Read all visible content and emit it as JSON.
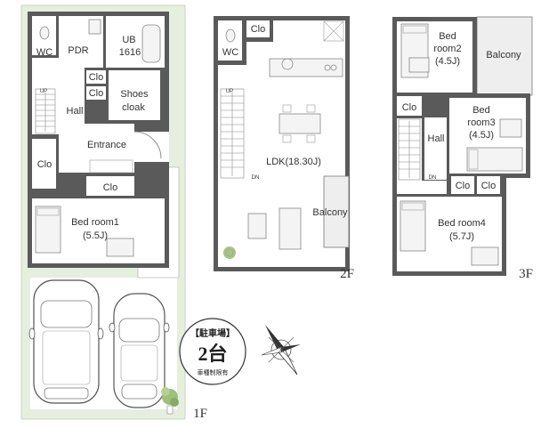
{
  "floor1": {
    "label": "1F",
    "rooms": {
      "wc": "WC",
      "pdr": "PDR",
      "ub": "UB",
      "ub_size": "1616",
      "clo_a": "Clo",
      "clo_b": "Clo",
      "shoes": "Shoes",
      "cloak": "cloak",
      "hall": "Hall",
      "entrance": "Entrance",
      "clo_c": "Clo",
      "clo_d": "Clo",
      "bed1": "Bed room1",
      "bed1_size": "(5.5J)",
      "up": "UP"
    }
  },
  "floor2": {
    "label": "2F",
    "rooms": {
      "clo": "Clo",
      "wc": "WC",
      "up": "UP",
      "ldk": "LDK(18.30J)",
      "dn": "DN",
      "balcony": "Balcony"
    }
  },
  "floor3": {
    "label": "3F",
    "rooms": {
      "bed2_a": "Bed",
      "bed2_b": "room2",
      "bed2_size": "(4.5J)",
      "balcony": "Balcony",
      "clo_a": "Clo",
      "bed3_a": "Bed",
      "bed3_b": "room3",
      "bed3_size": "(4.5J)",
      "hall": "Hall",
      "dn": "DN",
      "clo_b": "Clo",
      "clo_c": "Clo",
      "bed4": "Bed room4",
      "bed4_size": "(5.7J)"
    }
  },
  "parking": {
    "title": "【駐車場】",
    "count": "2台",
    "note": "車種制限有"
  },
  "colors": {
    "wall": "#5a5a5a",
    "site_green": "#e6eede",
    "balcony": "#eeeeee"
  }
}
